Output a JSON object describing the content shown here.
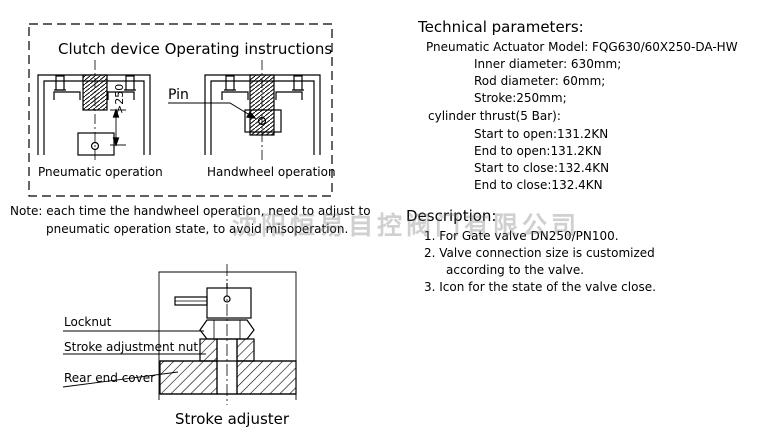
{
  "clutch": {
    "title": "Clutch device Operating instructions",
    "dimension": ">250",
    "pin_label": "Pin",
    "pneumatic_label": "Pneumatic operation",
    "handwheel_label": "Handwheel operation"
  },
  "note": {
    "line1": "Note: each time the handwheel operation, need to adjust to",
    "line2": "pneumatic operation state, to avoid misoperation."
  },
  "technical": {
    "heading": "Technical parameters:",
    "model": "Pneumatic Actuator Model: FQG630/60X250-DA-HW",
    "inner": "Inner diameter: 630mm;",
    "rod": "Rod diameter: 60mm;",
    "stroke": "Stroke:250mm;",
    "thrust": "cylinder thrust(5 Bar):",
    "start_open": "Start to open:131.2KN",
    "end_open": "End to open:131.2KN",
    "start_close": "Start to close:132.4KN",
    "end_close": "End to close:132.4KN"
  },
  "description": {
    "heading": "Description:",
    "item1": "1. For Gate valve DN250/PN100.",
    "item2a": "2. Valve connection size is customized",
    "item2b": "according to the valve.",
    "item3": "3. Icon for the state of the valve close."
  },
  "adjuster": {
    "locknut": "Locknut",
    "stroke_nut": "Stroke adjustment nut",
    "rear_cover": "Rear end cover",
    "caption": "Stroke adjuster"
  },
  "watermark": "沈阳恒易自控阀门有限公司"
}
